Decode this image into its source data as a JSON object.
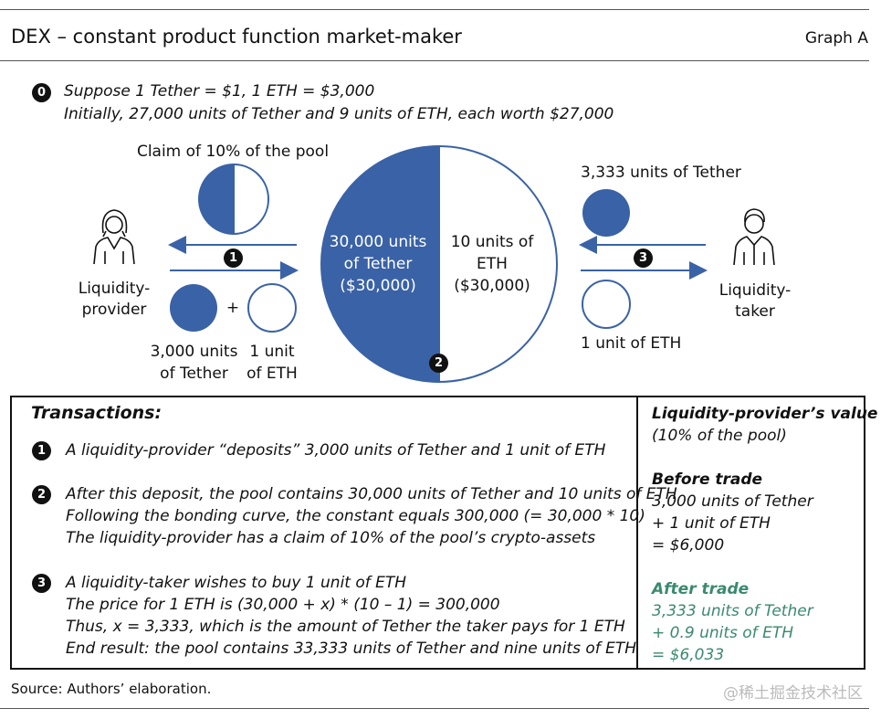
{
  "header": {
    "title": "DEX – constant product function market-maker",
    "graph_label": "Graph A"
  },
  "intro": {
    "step": "0",
    "line1": "Suppose 1 Tether = $1, 1 ETH = $3,000",
    "line2": "Initially, 27,000 units of Tether and 9 units of ETH, each worth $27,000"
  },
  "diagram": {
    "claim_label": "Claim of 10% of the pool",
    "provider_label_1": "Liquidity-",
    "provider_label_2": "provider",
    "taker_label_1": "Liquidity-",
    "taker_label_2": "taker",
    "step1": "1",
    "step2": "2",
    "step3": "3",
    "plus": "+",
    "deposit_tether_1": "3,000 units",
    "deposit_tether_2": "of Tether",
    "deposit_eth_1": "1 unit",
    "deposit_eth_2": "of ETH",
    "pool_tether_1": "30,000 units",
    "pool_tether_2": "of Tether",
    "pool_tether_3": "($30,000)",
    "pool_eth_1": "10 units of",
    "pool_eth_2": "ETH",
    "pool_eth_3": "($30,000)",
    "taker_pays": "3,333 units of Tether",
    "taker_gets": "1 unit of ETH",
    "colors": {
      "accent": "#3a62a6",
      "green": "#3a8a6e"
    }
  },
  "transactions": {
    "heading": "Transactions:",
    "items": [
      {
        "num": "1",
        "lines": [
          "A liquidity-provider “deposits” 3,000 units of Tether and 1 unit of ETH"
        ]
      },
      {
        "num": "2",
        "lines": [
          "After this deposit, the pool contains 30,000 units of Tether and 10 units of ETH",
          "Following the bonding curve, the constant equals 300,000 (= 30,000 * 10)",
          "The liquidity-provider has a claim of 10% of the pool’s crypto-assets"
        ]
      },
      {
        "num": "3",
        "lines": [
          "A liquidity-taker wishes to buy 1 unit of ETH",
          "The price for 1 ETH is (30,000 + x) * (10 – 1) = 300,000",
          "Thus, x = 3,333, which is the amount of Tether the taker pays for 1 ETH",
          "End result: the pool contains 33,333 units of Tether and nine units of ETH"
        ]
      }
    ]
  },
  "sidebar": {
    "heading": "Liquidity-provider’s value",
    "subheading": "(10% of the pool)",
    "before_heading": "Before trade",
    "before_lines": [
      "3,000 units of Tether",
      "+ 1 unit of ETH",
      "= $6,000"
    ],
    "after_heading": "After trade",
    "after_lines": [
      "3,333 units of Tether",
      "+ 0.9 units of ETH",
      "= $6,033"
    ]
  },
  "footer": {
    "source": "Source: Authors’ elaboration.",
    "watermark": "@稀土掘金技术社区"
  }
}
